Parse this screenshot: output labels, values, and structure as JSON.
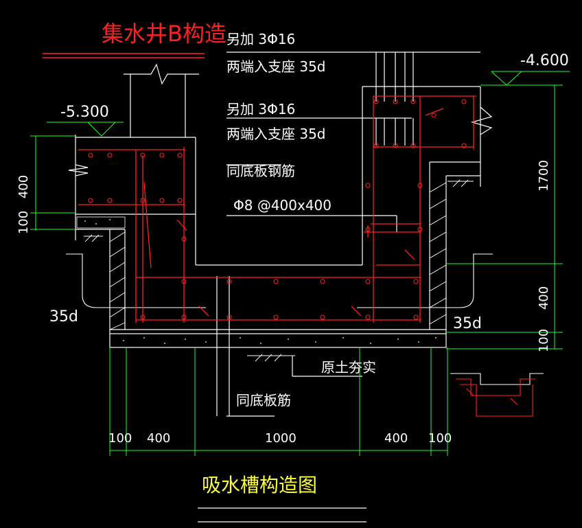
{
  "title": "集水井B构造",
  "subtitle": "吸水槽构造图",
  "elevations": {
    "left": "-5.300",
    "right": "-4.600"
  },
  "notes": {
    "extra_top_1": "另加   3Φ16",
    "anchor_top_1": "两端入支座     35d",
    "extra_top_2": "另加   3Φ16",
    "anchor_top_2": "两端入支座     35d",
    "same_slab_rebar_top": "同底板钢筋",
    "rebar_spacing": "Φ8 @400x400",
    "soil": "原土夯实",
    "same_slab_rebar_bottom": "同底板筋",
    "anchor_left": "35d",
    "anchor_right": "35d"
  },
  "dimensions": {
    "horizontal": [
      "100",
      "400",
      "1000",
      "400",
      "100"
    ],
    "left_vertical": [
      "400",
      "100"
    ],
    "right_vertical": [
      "1700",
      "400",
      "100"
    ]
  },
  "colors": {
    "background": "#000000",
    "wall": "#ffffff",
    "rebar": "#ff2020",
    "dimension": "#20ff20",
    "text": "#ffffff",
    "caption": "#ffff40"
  }
}
